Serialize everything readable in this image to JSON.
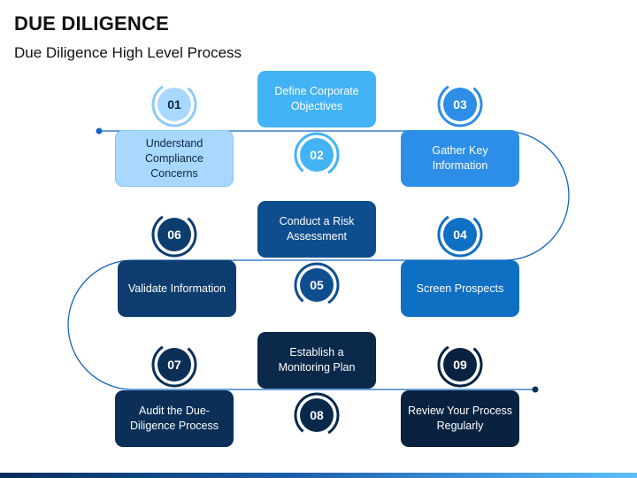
{
  "header": {
    "title": "DUE DILIGENCE",
    "subtitle": "Due Diligence High Level Process"
  },
  "steps": [
    {
      "num": "01",
      "label": "Understand Compliance Concerns",
      "color": "#a8d8ff"
    },
    {
      "num": "02",
      "label": "Define Corporate Objectives",
      "color": "#42b3f5"
    },
    {
      "num": "03",
      "label": "Gather Key Information",
      "color": "#2d8ee8"
    },
    {
      "num": "04",
      "label": "Screen Prospects",
      "color": "#0e6fc3"
    },
    {
      "num": "05",
      "label": "Conduct a Risk Assessment",
      "color": "#0f4e8e"
    },
    {
      "num": "06",
      "label": "Validate Information",
      "color": "#0d3d6f"
    },
    {
      "num": "07",
      "label": "Audit the Due-Diligence Process",
      "color": "#0b2f57"
    },
    {
      "num": "08",
      "label": "Establish a Monitoring Plan",
      "color": "#09284a"
    },
    {
      "num": "09",
      "label": "Review Your Process Regularly",
      "color": "#082240"
    }
  ]
}
